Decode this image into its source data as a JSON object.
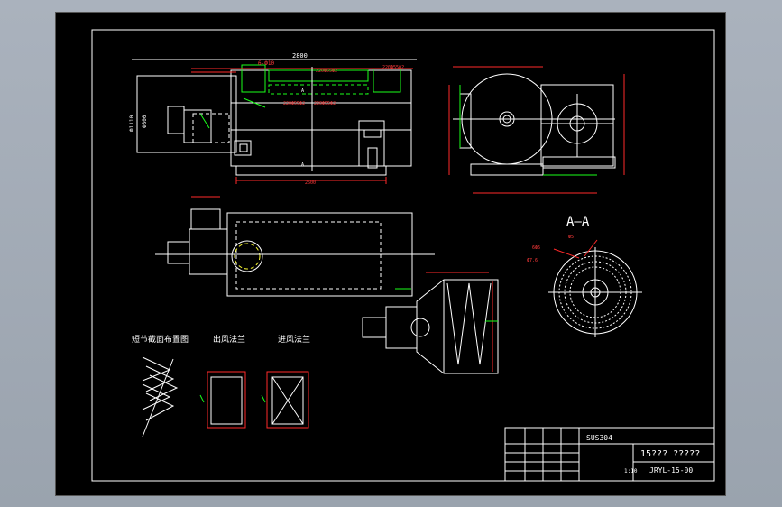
{
  "drawing": {
    "top_view": {
      "overall_length": "2800",
      "flange_label": "6-Ф10",
      "spec_top_1": "220Ф55Ф2",
      "spec_top_2": "220Ф55Ф2",
      "spec_mid_1": "220Ф55Ф2",
      "spec_mid_2": "220Ф55Ф2",
      "dia_outer": "Ф1110",
      "dia_inner": "Ф800",
      "section_mark_top": "A",
      "section_mark_bottom": "A",
      "bottom_length": "2600"
    },
    "section_view": {
      "title": "A—A",
      "label_1": "6Ф6",
      "label_2": "Ф5",
      "label_3": "Ф7.6"
    },
    "detail_labels": {
      "left": "短节截面布置图",
      "middle": "出风法兰",
      "right": "进风法兰"
    },
    "title_block": {
      "material": "SUS304",
      "name": "15??? ?????",
      "drawing_no": "JRYL-15-00",
      "scale": "1:10"
    }
  },
  "colors": {
    "background": "#000000",
    "lines": "#ffffff",
    "dimensions": "#ff2a2a",
    "text": "#33ff33"
  }
}
